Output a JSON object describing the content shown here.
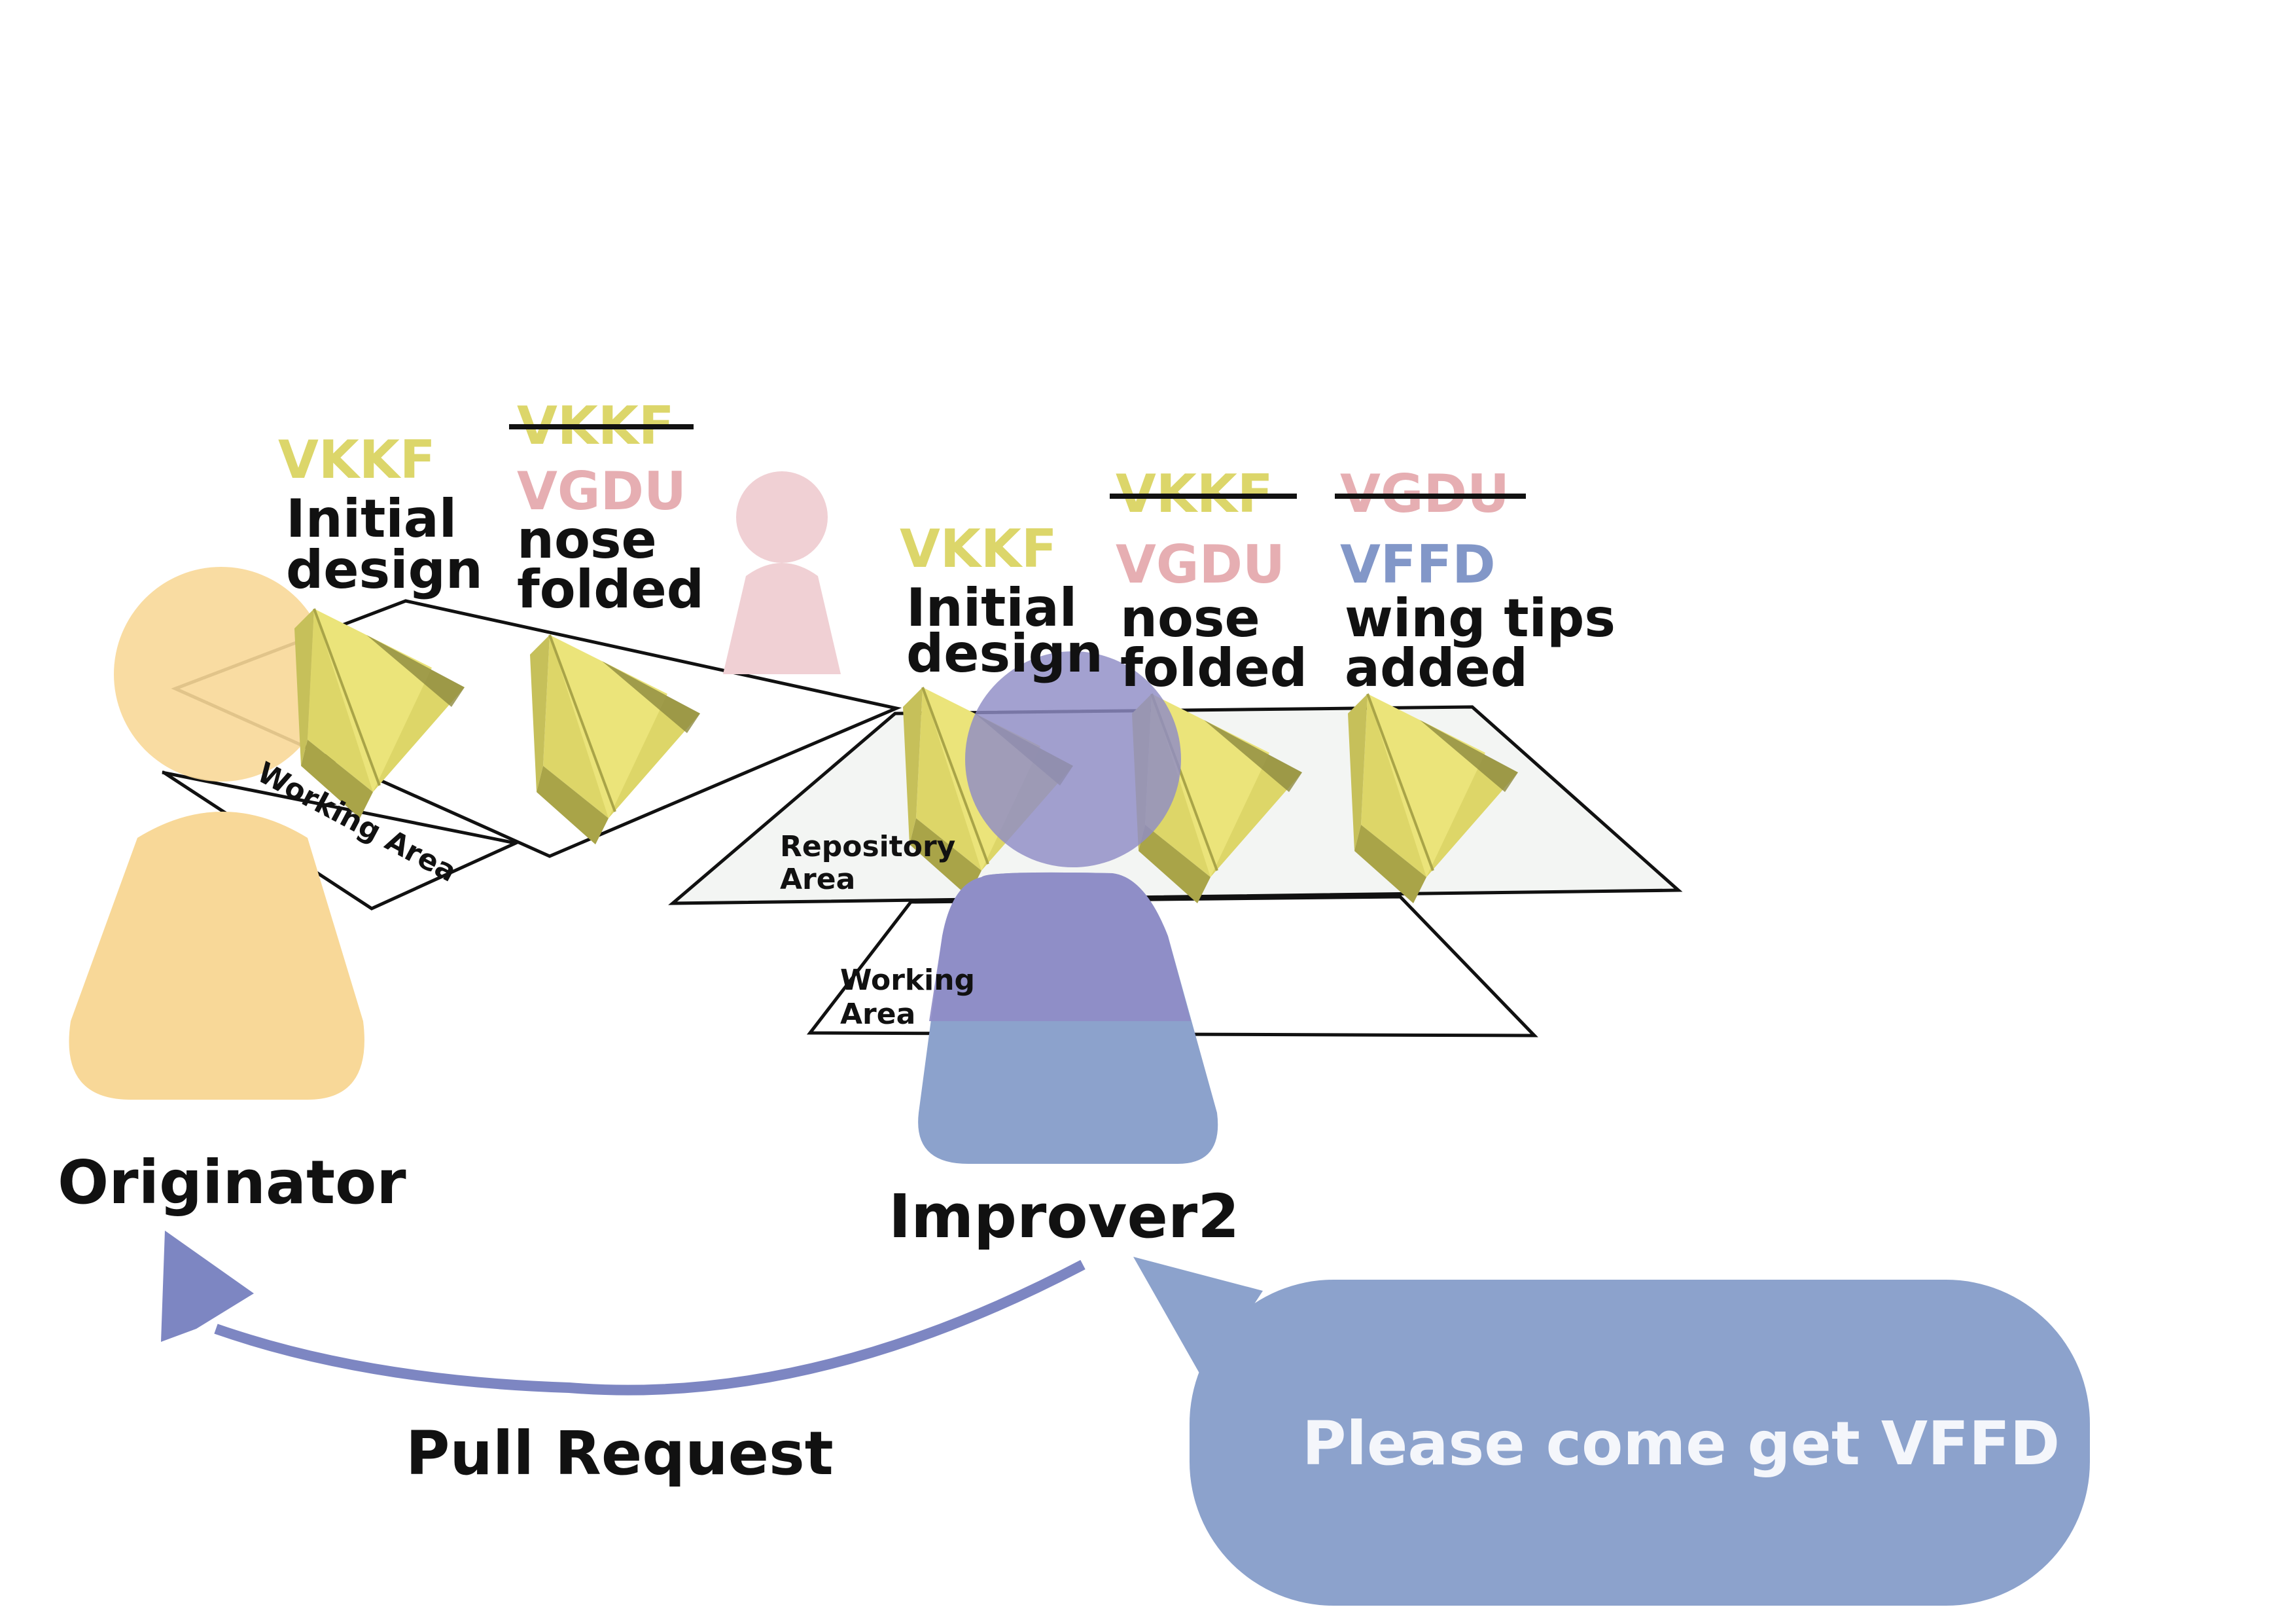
{
  "colors": {
    "originator": "#f8d898",
    "improver": "#8ca2cc",
    "improver_head": "#8f8cc6",
    "ghost": "#f0d0d4",
    "vkkf": "#dcd66a",
    "vgdu": "#e6aeb2",
    "vffd": "#8297c8",
    "plane": "#ddd668",
    "repository_fill": "#f3f5f3",
    "arrow": "#7d86c2"
  },
  "originator": {
    "name": "Originator",
    "working_area_label": "Working Area",
    "commits": [
      {
        "id": "VKKF",
        "label_line1": "Initial",
        "label_line2": "design",
        "id_color": "vkkf",
        "struck": false
      },
      {
        "id": "VKKF",
        "label_line1": "",
        "label_line2": "",
        "id_color": "vkkf",
        "struck": true
      },
      {
        "id": "VGDU",
        "label_line1": "nose",
        "label_line2": "folded",
        "id_color": "vgdu",
        "struck": false
      }
    ]
  },
  "improver": {
    "name": "Improver2",
    "repository_area_line1": "Repository",
    "repository_area_line2": "Area",
    "working_area_line1": "Working",
    "working_area_line2": "Area",
    "commits": [
      {
        "id": "VKKF",
        "label_line1": "Initial",
        "label_line2": "design",
        "id_color": "vkkf"
      },
      {
        "struck_id": "VKKF",
        "id": "VGDU",
        "label_line1": "nose",
        "label_line2": "folded",
        "id_color": "vgdu"
      },
      {
        "struck_id": "VGDU",
        "id": "VFFD",
        "label_line1": "wing tips",
        "label_line2": "added",
        "id_color": "vffd"
      }
    ]
  },
  "pull_request_label": "Pull Request",
  "speech_bubble_text": "Please come get VFFD",
  "icons": [
    "person-icon",
    "paper-airplane-icon",
    "curved-arrow-icon",
    "speech-bubble-icon"
  ]
}
